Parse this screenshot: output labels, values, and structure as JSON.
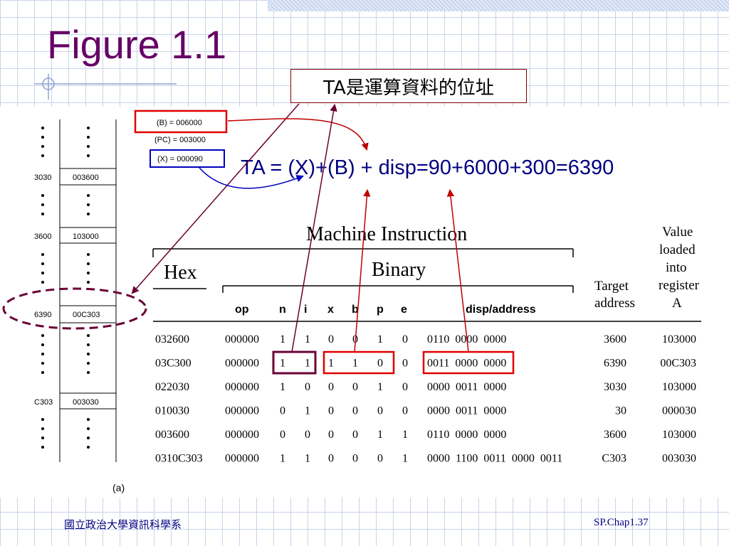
{
  "slide": {
    "title": "Figure 1.1",
    "callout": "TA是運算資料的位址",
    "formula": "TA = (X)+(B) + disp=90+6000+300=6390",
    "footer_left": "國立政治大學資訊科學系",
    "footer_right": "SP.Chap1.37"
  },
  "memory": {
    "rows": [
      {
        "address": "3030",
        "value": "003600"
      },
      {
        "address": "3600",
        "value": "103000"
      },
      {
        "address": "6390",
        "value": "00C303"
      },
      {
        "address": "C303",
        "value": "003030"
      }
    ],
    "caption": "(a)"
  },
  "registers": {
    "b": "(B) = 006000",
    "pc": "(PC) = 003000",
    "x": "(X) = 000090"
  },
  "table": {
    "heading": "Machine Instruction",
    "hex_label": "Hex",
    "binary_label": "Binary",
    "target_label_1": "Target",
    "target_label_2": "address",
    "value_label_1": "Value",
    "value_label_2": "loaded",
    "value_label_3": "into",
    "value_label_4": "register",
    "value_label_5": "A",
    "columns": [
      "op",
      "n",
      "i",
      "x",
      "b",
      "p",
      "e",
      "disp/address"
    ],
    "rows": [
      {
        "hex": "032600",
        "op": "000000",
        "n": "1",
        "i": "1",
        "x": "0",
        "b": "0",
        "p": "1",
        "e": "0",
        "disp": "0110  0000  0000",
        "target": "3600",
        "value": "103000"
      },
      {
        "hex": "03C300",
        "op": "000000",
        "n": "1",
        "i": "1",
        "x": "1",
        "b": "1",
        "p": "0",
        "e": "0",
        "disp": "0011  0000  0000",
        "target": "6390",
        "value": "00C303"
      },
      {
        "hex": "022030",
        "op": "000000",
        "n": "1",
        "i": "0",
        "x": "0",
        "b": "0",
        "p": "1",
        "e": "0",
        "disp": "0000  0011  0000",
        "target": "3030",
        "value": "103000"
      },
      {
        "hex": "010030",
        "op": "000000",
        "n": "0",
        "i": "1",
        "x": "0",
        "b": "0",
        "p": "0",
        "e": "0",
        "disp": "0000  0011  0000",
        "target": "30",
        "value": "000030"
      },
      {
        "hex": "003600",
        "op": "000000",
        "n": "0",
        "i": "0",
        "x": "0",
        "b": "0",
        "p": "1",
        "e": "1",
        "disp": "0110  0000  0000",
        "target": "3600",
        "value": "103000"
      },
      {
        "hex": "0310C303",
        "op": "000000",
        "n": "1",
        "i": "1",
        "x": "0",
        "b": "0",
        "p": "0",
        "e": "1",
        "disp": "0000  1100  0011  0000  0011",
        "target": "C303",
        "value": "003030"
      }
    ]
  },
  "colors": {
    "title": "#660066",
    "formula": "#000080",
    "highlight_red": "#e00000",
    "highlight_blue": "#0000c0",
    "highlight_maroon": "#6b0035"
  }
}
